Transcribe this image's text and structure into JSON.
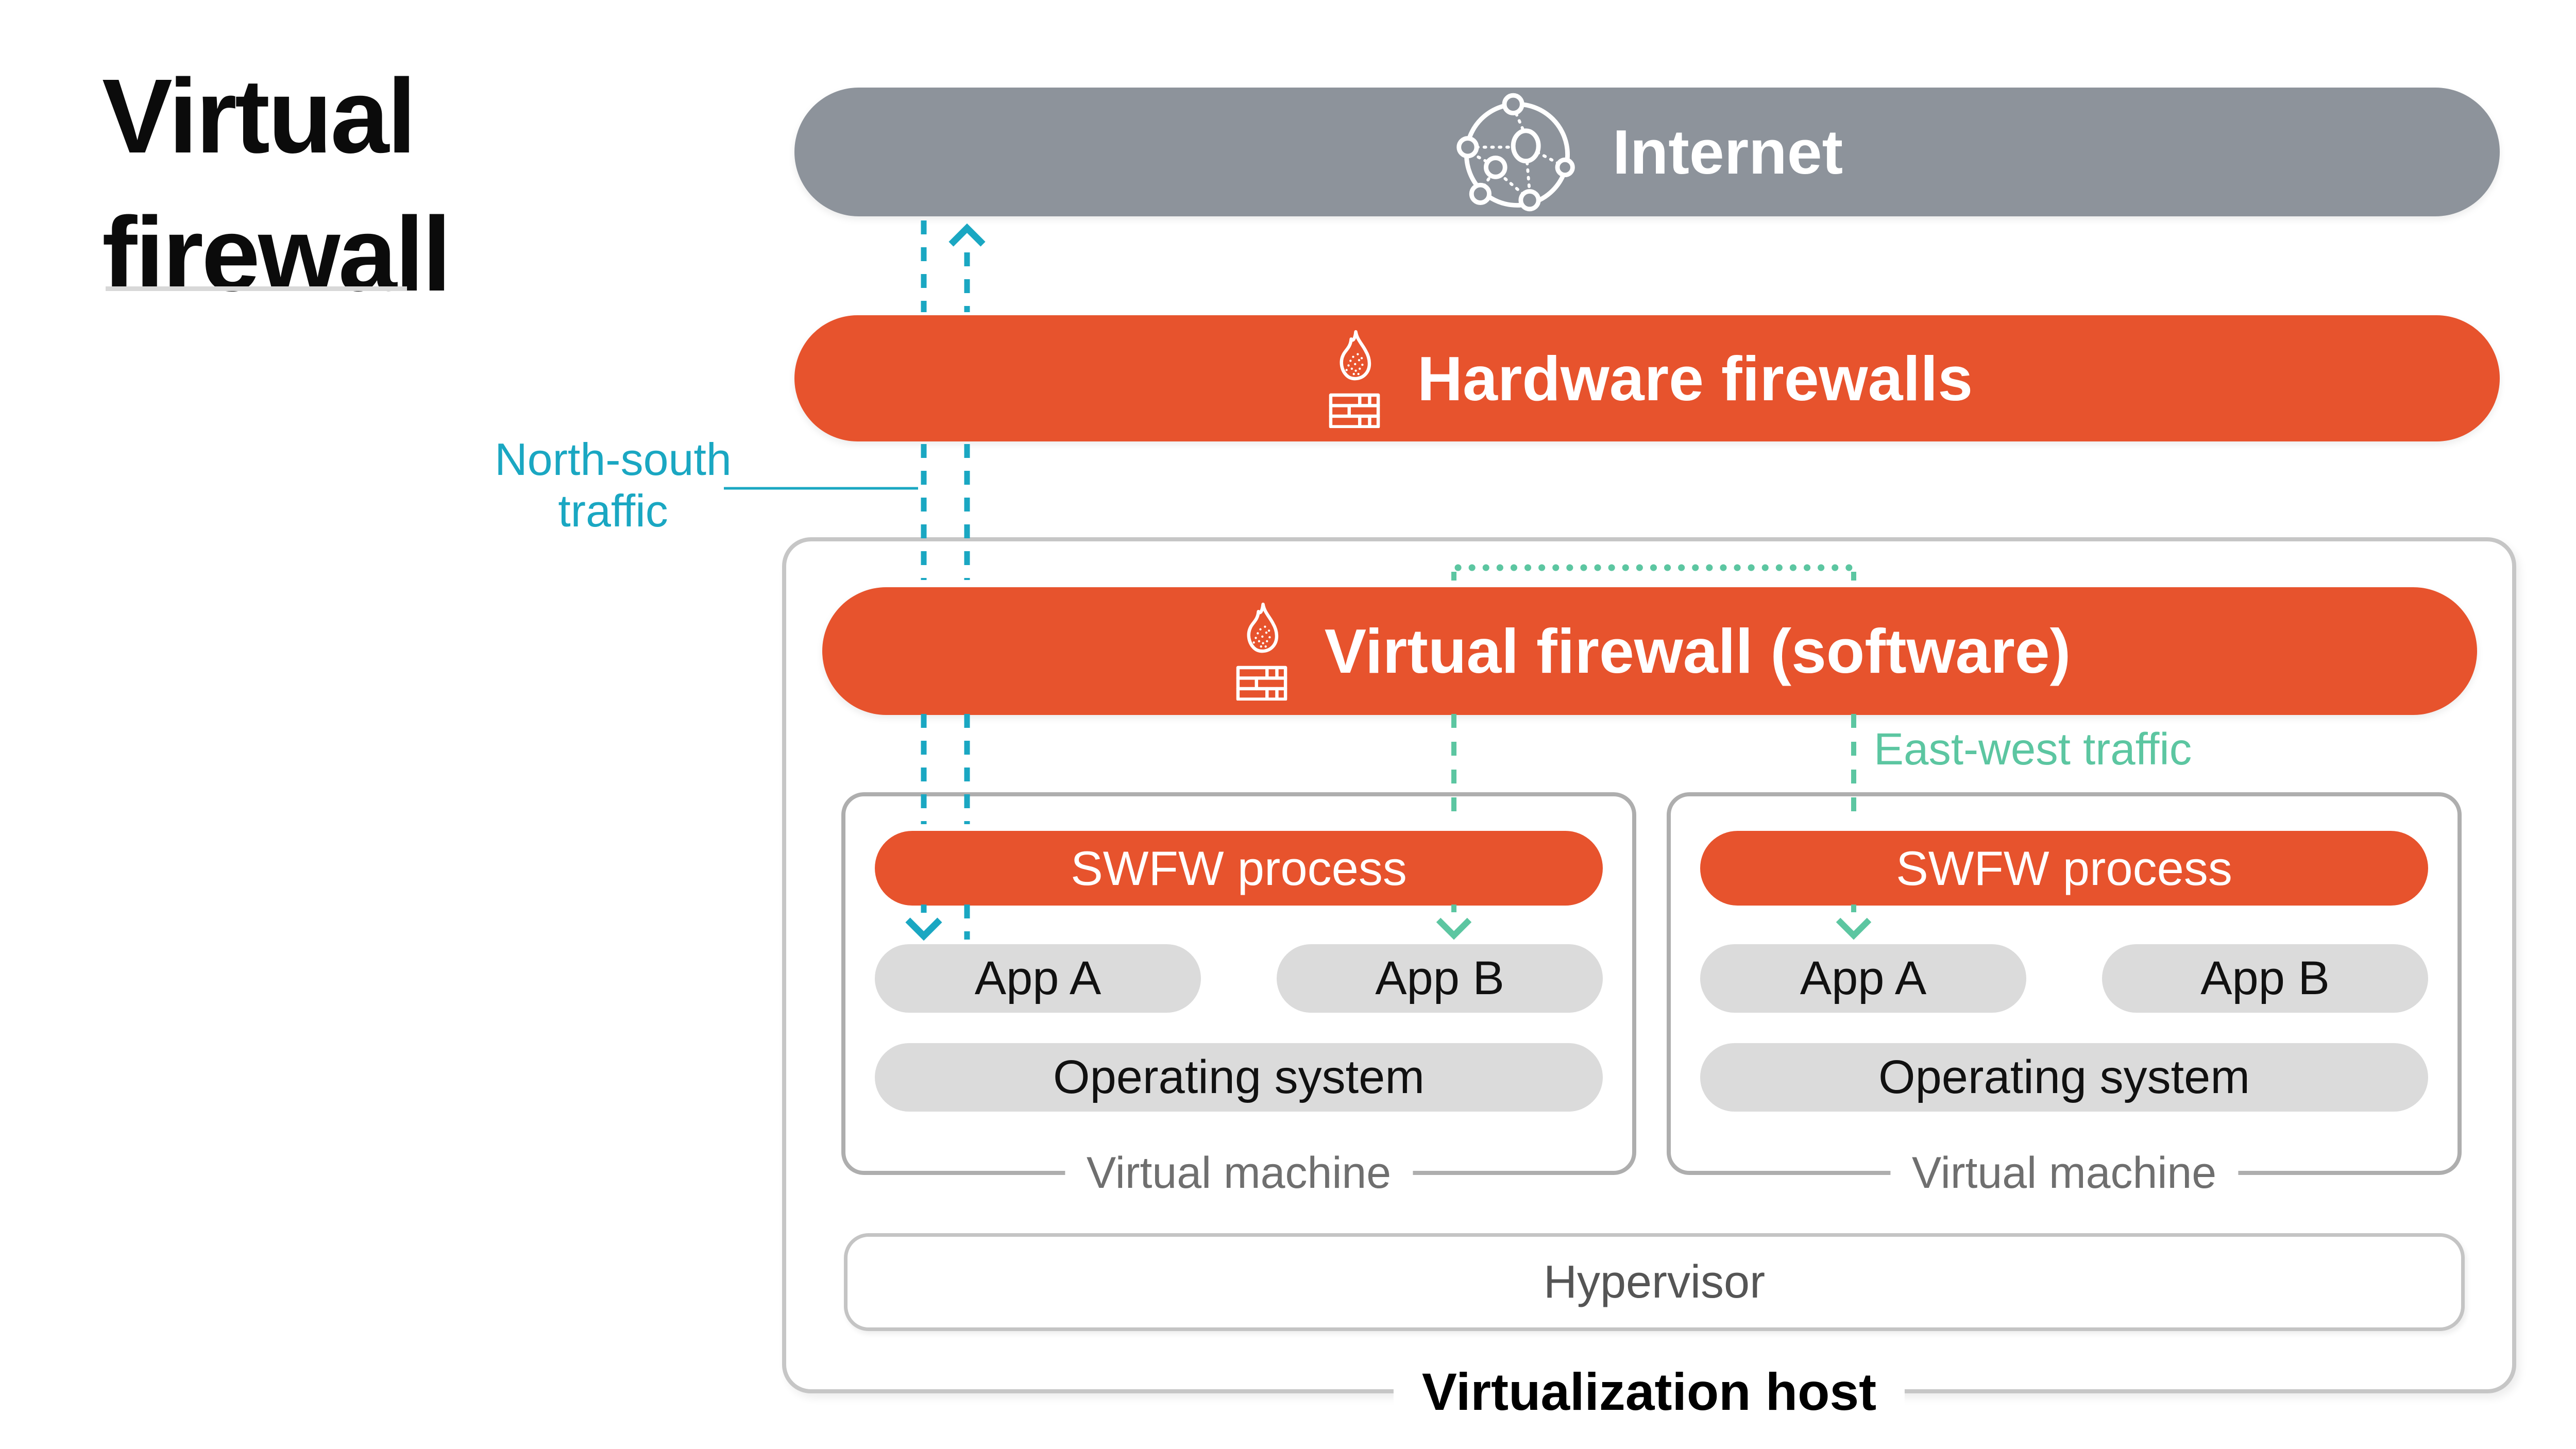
{
  "colors": {
    "orange": "#E7532D",
    "bar_gray": "#8D939B",
    "teal": "#1AA7C2",
    "green": "#5CC6A1",
    "pill": "#DBDBDB",
    "host_border": "#C6C6C6",
    "vm_border": "#AEAEAE",
    "hypervisor_border": "#C4C4C4",
    "vm_label_text": "#6F6F6F",
    "hypervisor_text": "#555555",
    "app_text": "#111111",
    "divider": "#D8D8D8",
    "title_text": "#0B0B0B",
    "host_label_text": "#000000"
  },
  "title": {
    "line1": "Virtual",
    "line2": "firewall"
  },
  "nodes": {
    "internet": "Internet",
    "hardware_firewalls": "Hardware firewalls",
    "virtual_firewall": "Virtual firewall (software)",
    "hypervisor": "Hypervisor",
    "virtualization_host": "Virtualization host"
  },
  "traffic": {
    "north_south_line1": "North-south",
    "north_south_line2": "traffic",
    "east_west": "East-west traffic"
  },
  "vms": [
    {
      "process": "SWFW process",
      "app_a": "App A",
      "app_b": "App B",
      "os": "Operating system",
      "label": "Virtual machine"
    },
    {
      "process": "SWFW process",
      "app_a": "App A",
      "app_b": "App B",
      "os": "Operating system",
      "label": "Virtual machine"
    }
  ],
  "icons": {
    "internet": "globe-network-icon",
    "firewall": "flame-brick-wall-icon"
  }
}
